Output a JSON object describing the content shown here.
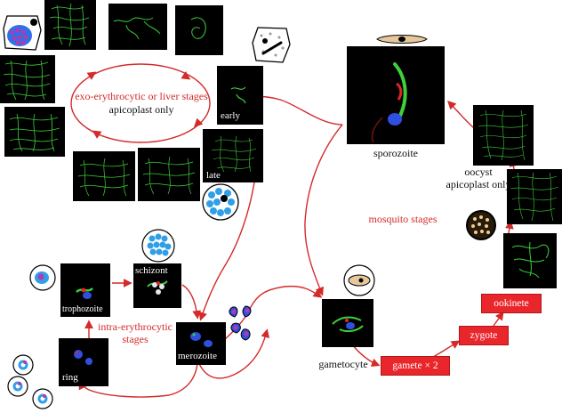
{
  "labels": {
    "liver_stage_title": "exo-erythrocytic or liver stages",
    "liver_stage_sub": "apicoplast only",
    "early": "early",
    "late": "late",
    "sporozoite": "sporozoite",
    "oocyst": "oocyst",
    "oocyst_sub": "apicoplast only",
    "mosquito_stages": "mosquito stages",
    "trophozoite": "trophozoite",
    "schizont": "schizont",
    "intra_line1": "intra-erythrocytic",
    "intra_line2": "stages",
    "merozoite": "merozoite",
    "ring": "ring",
    "gametocyte": "gametocyte",
    "gamete": "gamete × 2",
    "zygote": "zygote",
    "ookinete": "ookinete"
  },
  "colors": {
    "arrow": "#d42a2a",
    "stage_text": "#d42a2a",
    "box_fill": "#e8262b",
    "mito_green": "#3fcf3a",
    "nucleus_blue": "#2f4fe0",
    "apicoplast_red": "#e02424"
  },
  "icons": [
    "hepatocyte-icon",
    "sporozoite-icon",
    "schizont-icon",
    "ring-icon",
    "gametocyte-icon",
    "merozoite-icon",
    "oocyst-icon"
  ]
}
